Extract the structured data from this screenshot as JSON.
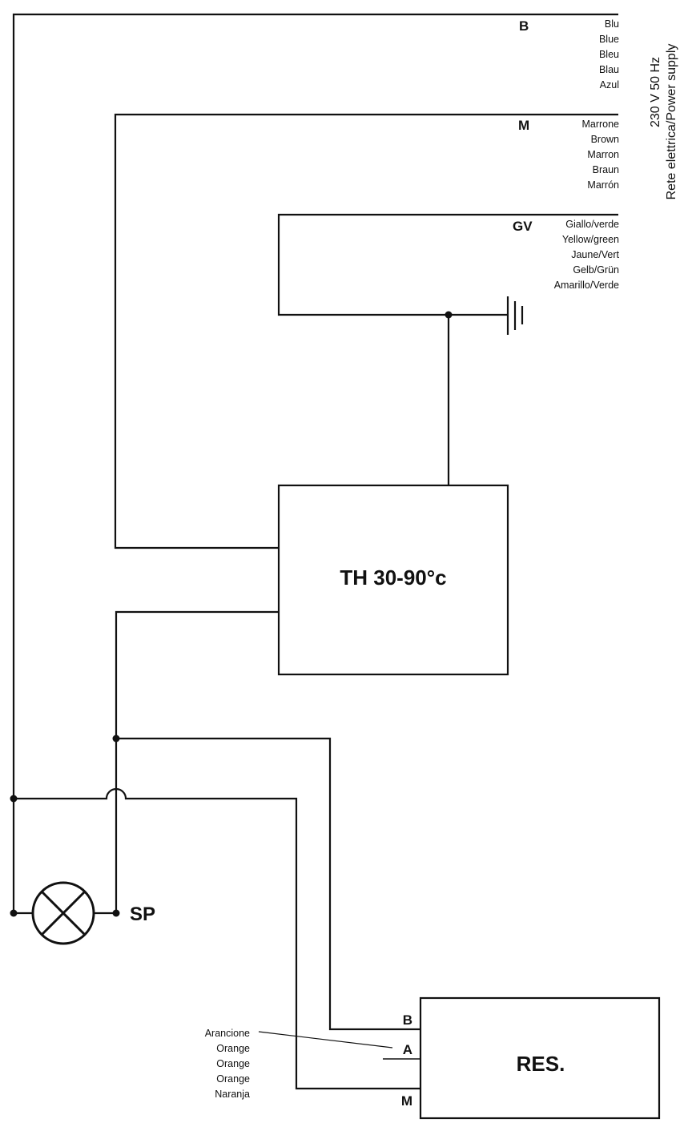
{
  "supply": {
    "voltage": "230 V 50 Hz",
    "label": "Rete elettrica/Power supply"
  },
  "wires": {
    "blue": {
      "code": "B",
      "names": [
        "Blu",
        "Blue",
        "Bleu",
        "Blau",
        "Azul"
      ]
    },
    "brown": {
      "code": "M",
      "names": [
        "Marrone",
        "Brown",
        "Marron",
        "Braun",
        "Marrón"
      ]
    },
    "earth": {
      "code": "GV",
      "names": [
        "Giallo/verde",
        "Yellow/green",
        "Jaune/Vert",
        "Gelb/Grün",
        "Amarillo/Verde"
      ]
    }
  },
  "thermostat": {
    "label": "TH 30-90°c"
  },
  "lamp": {
    "label": "SP"
  },
  "resistor": {
    "label": "RES.",
    "terminals": {
      "b": "B",
      "a": "A",
      "m": "M"
    },
    "orange_names": [
      "Arancione",
      "Orange",
      "Orange",
      "Orange",
      "Naranja"
    ]
  }
}
